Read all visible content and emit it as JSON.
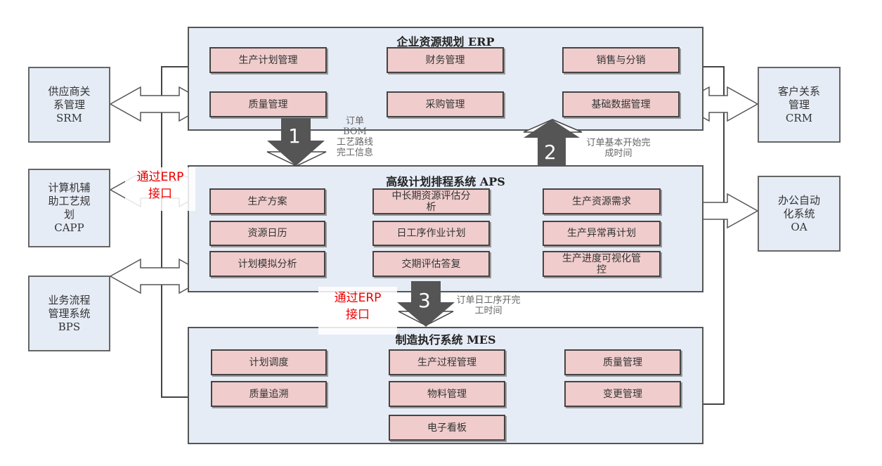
{
  "erp": {
    "title": "企业资源规划  ERP",
    "modules": [
      "生产计划管理",
      "财务管理",
      "销售与分销",
      "质量管理",
      "采购管理",
      "基础数据管理"
    ]
  },
  "aps": {
    "title": "高级计划排程系统  APS",
    "modules": [
      "生产方案",
      "资源日历",
      "计划模拟分析",
      "中长期资源评估分析",
      "日工序作业计划",
      "交期评估答复",
      "生产资源需求",
      "生产异常再计划",
      "生产进度可视化管控"
    ]
  },
  "mes": {
    "title": "制造执行系统  MES",
    "modules": [
      "计划调度",
      "质量追溯",
      "生产过程管理",
      "物料管理",
      "电子看板",
      "质量管理",
      "变更管理"
    ]
  },
  "external": {
    "srm": "供应商关\n系管理\nSRM",
    "capp": "计算机辅\n助工艺规\n划\nCAPP",
    "bps": "业务流程\n管理系统\nBPS",
    "crm": "客户关系\n管理\nCRM",
    "oa": "办公自动\n化系统\nOA"
  },
  "flows": {
    "f1": {
      "num": "1",
      "note": "订单\nBOM\n工艺路线\n完工信息"
    },
    "f2": {
      "num": "2",
      "note": "订单基本开始完\n成时间"
    },
    "f3": {
      "num": "3",
      "note": "订单日工序开完\n工时间"
    }
  },
  "callouts": {
    "capp": "通过ERP\n接口",
    "mes": "通过ERP\n接口"
  }
}
